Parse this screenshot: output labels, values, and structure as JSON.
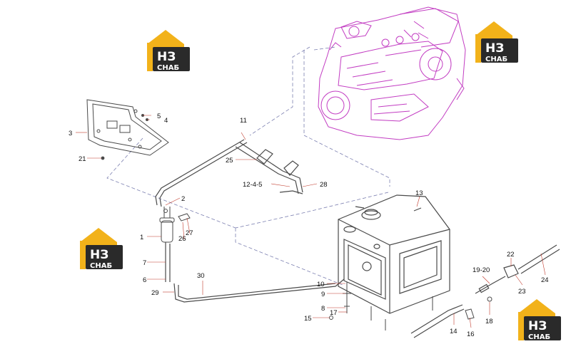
{
  "brand": {
    "mark_text": "НЗ",
    "word_text": "СНАБ",
    "colors": {
      "roof": "#f2b21a",
      "body": "#2a2a2a",
      "text": "#ffffff"
    }
  },
  "diagram": {
    "colors": {
      "linework": "#4a4a4a",
      "dashed": "#7b7fb0",
      "engine": "#c23cc2",
      "leader": "#c0392b"
    }
  },
  "callouts": [
    {
      "id": "c1",
      "text": "1"
    },
    {
      "id": "c2",
      "text": "2"
    },
    {
      "id": "c3",
      "text": "3"
    },
    {
      "id": "c4",
      "text": "4"
    },
    {
      "id": "c5",
      "text": "5"
    },
    {
      "id": "c6",
      "text": "6"
    },
    {
      "id": "c7",
      "text": "7"
    },
    {
      "id": "c8",
      "text": "8"
    },
    {
      "id": "c9",
      "text": "9"
    },
    {
      "id": "c10",
      "text": "10"
    },
    {
      "id": "c11",
      "text": "11"
    },
    {
      "id": "c12",
      "text": "12-4-5"
    },
    {
      "id": "c13",
      "text": "13"
    },
    {
      "id": "c14",
      "text": "14"
    },
    {
      "id": "c15",
      "text": "15"
    },
    {
      "id": "c16",
      "text": "16"
    },
    {
      "id": "c17",
      "text": "17"
    },
    {
      "id": "c18",
      "text": "18"
    },
    {
      "id": "c19",
      "text": "19-20"
    },
    {
      "id": "c21",
      "text": "21"
    },
    {
      "id": "c22",
      "text": "22"
    },
    {
      "id": "c23",
      "text": "23"
    },
    {
      "id": "c24",
      "text": "24"
    },
    {
      "id": "c25",
      "text": "25"
    },
    {
      "id": "c26",
      "text": "26"
    },
    {
      "id": "c27",
      "text": "27"
    },
    {
      "id": "c28",
      "text": "28"
    },
    {
      "id": "c29",
      "text": "29"
    },
    {
      "id": "c30",
      "text": "30"
    }
  ]
}
